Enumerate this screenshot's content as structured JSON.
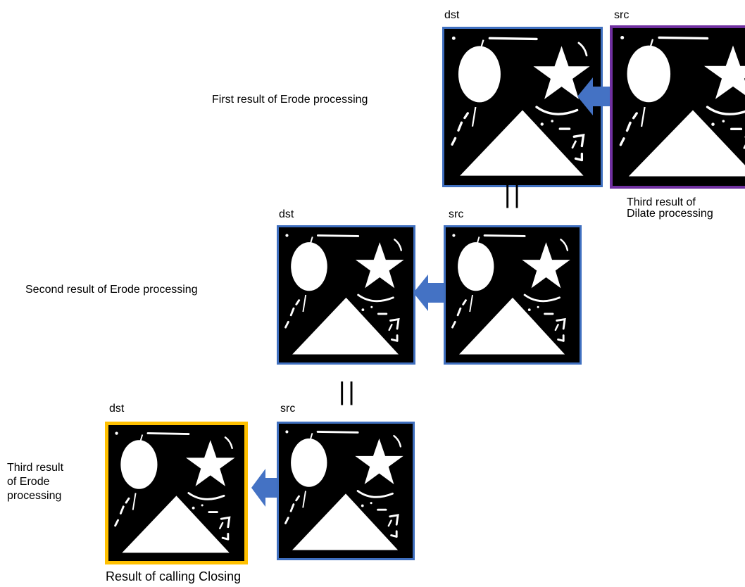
{
  "colors": {
    "frame_blue": "#3f6fbf",
    "frame_purple": "#7030a0",
    "frame_orange": "#ffc000",
    "arrow_fill": "#4472c4"
  },
  "row1": {
    "dst_label": "dst",
    "src_label": "src",
    "caption": "First result of Erode processing",
    "src_caption_line1": "Third result of",
    "src_caption_line2": "Dilate processing"
  },
  "equal_1": "||",
  "row2": {
    "dst_label": "dst",
    "src_label": "src",
    "caption": "Second result of Erode processing"
  },
  "equal_2": "||",
  "row3": {
    "dst_label": "dst",
    "src_label": "src",
    "caption_line1": "Third result",
    "caption_line2": "of Erode",
    "caption_line3": "processing",
    "result_caption": "Result of calling Closing"
  }
}
